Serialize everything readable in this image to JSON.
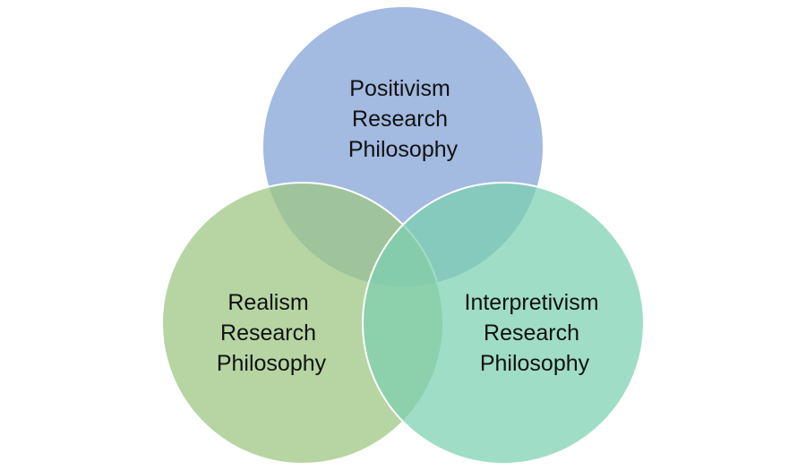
{
  "diagram": {
    "type": "venn",
    "sets": [
      {
        "id": "positivism",
        "lines": [
          "Positivism",
          "Research",
          "Philosophy"
        ],
        "color": "#7F9FD6",
        "opacity": 0.72
      },
      {
        "id": "realism",
        "lines": [
          "Realism",
          "Research",
          "Philosophy"
        ],
        "color": "#9DC784",
        "opacity": 0.75
      },
      {
        "id": "interpretivism",
        "lines": [
          "Interpretivism",
          "Research",
          "Philosophy"
        ],
        "color": "#7CD0B0",
        "opacity": 0.72
      }
    ],
    "outline_color": "#FFFFFF"
  }
}
